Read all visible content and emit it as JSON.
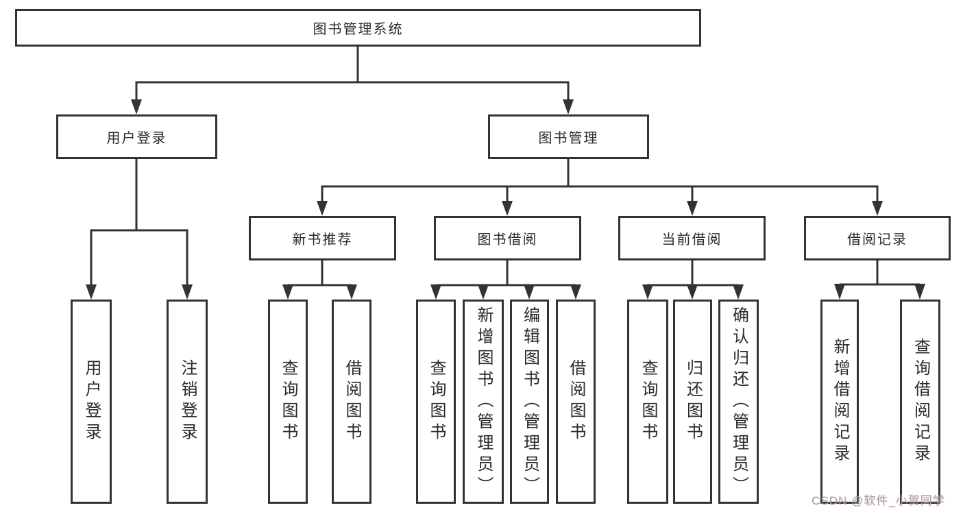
{
  "tree": {
    "root": {
      "label": "图书管理系统"
    },
    "children": [
      {
        "label": "用户登录",
        "children": [
          {
            "label": "用户登录"
          },
          {
            "label": "注销登录"
          }
        ]
      },
      {
        "label": "图书管理",
        "children": [
          {
            "label": "新书推荐",
            "children": [
              {
                "label": "查询图书"
              },
              {
                "label": "借阅图书"
              }
            ]
          },
          {
            "label": "图书借阅",
            "children": [
              {
                "label": "查询图书"
              },
              {
                "label": "新增图书（管理员）"
              },
              {
                "label": "编辑图书（管理员）"
              },
              {
                "label": "借阅图书"
              }
            ]
          },
          {
            "label": "当前借阅",
            "children": [
              {
                "label": "查询图书"
              },
              {
                "label": "归还图书"
              },
              {
                "label": "确认归还（管理员）"
              }
            ]
          },
          {
            "label": "借阅记录",
            "children": [
              {
                "label": "新增借阅记录"
              },
              {
                "label": "查询借阅记录"
              }
            ]
          }
        ]
      }
    ]
  },
  "watermark": {
    "text": "CSDN @软件_小贺同学"
  },
  "colors": {
    "line": "#333333",
    "text": "#2b2b2b",
    "bg": "#ffffff",
    "watermark": "#9e9e9e"
  }
}
